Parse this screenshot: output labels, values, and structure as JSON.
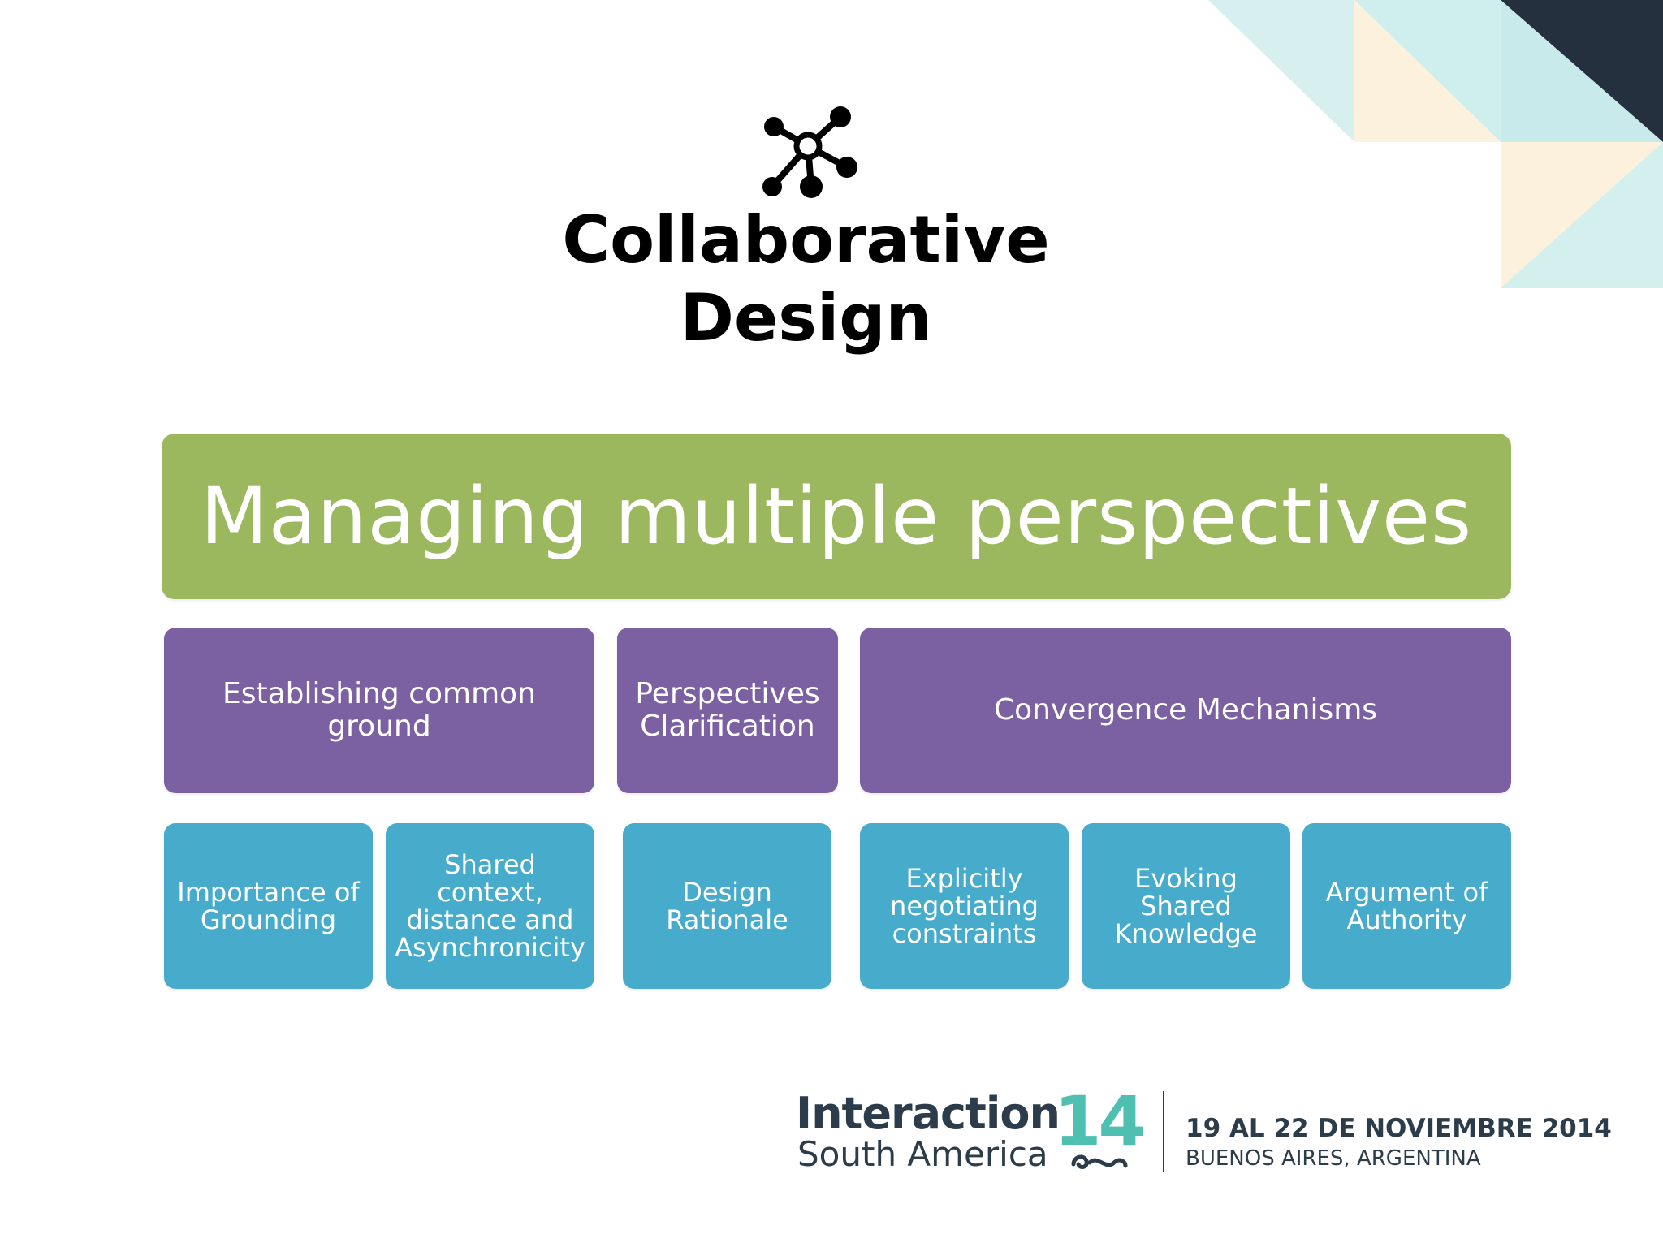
{
  "title": {
    "line1": "Collaborative",
    "line2": "Design"
  },
  "icons": {
    "header": "network-hub-icon"
  },
  "diagram": {
    "root": "Managing multiple perspectives",
    "groups": [
      {
        "label": "Establishing common ground",
        "children": [
          "Importance of\nGrounding",
          "Shared\ncontext,\ndistance and\nAsynchronicity"
        ]
      },
      {
        "label": "Perspectives\nClarification",
        "children": [
          "Design\nRationale"
        ]
      },
      {
        "label": "Convergence Mechanisms",
        "children": [
          "Explicitly\nnegotiating\nconstraints",
          "Evoking Shared\nKnowledge",
          "Argument of\nAuthority"
        ]
      }
    ]
  },
  "footer": {
    "logo_word": "Interaction",
    "logo_number": "14",
    "logo_region": "South America",
    "dates": "19 AL 22 DE NOVIEMBRE 2014",
    "location": "BUENOS AIRES, ARGENTINA"
  },
  "colors": {
    "root": "#9bb85e",
    "group": "#7b61a1",
    "leaf": "#47abcc",
    "logo_accent": "#4fbfb2",
    "logo_text": "#2c3c4a"
  }
}
